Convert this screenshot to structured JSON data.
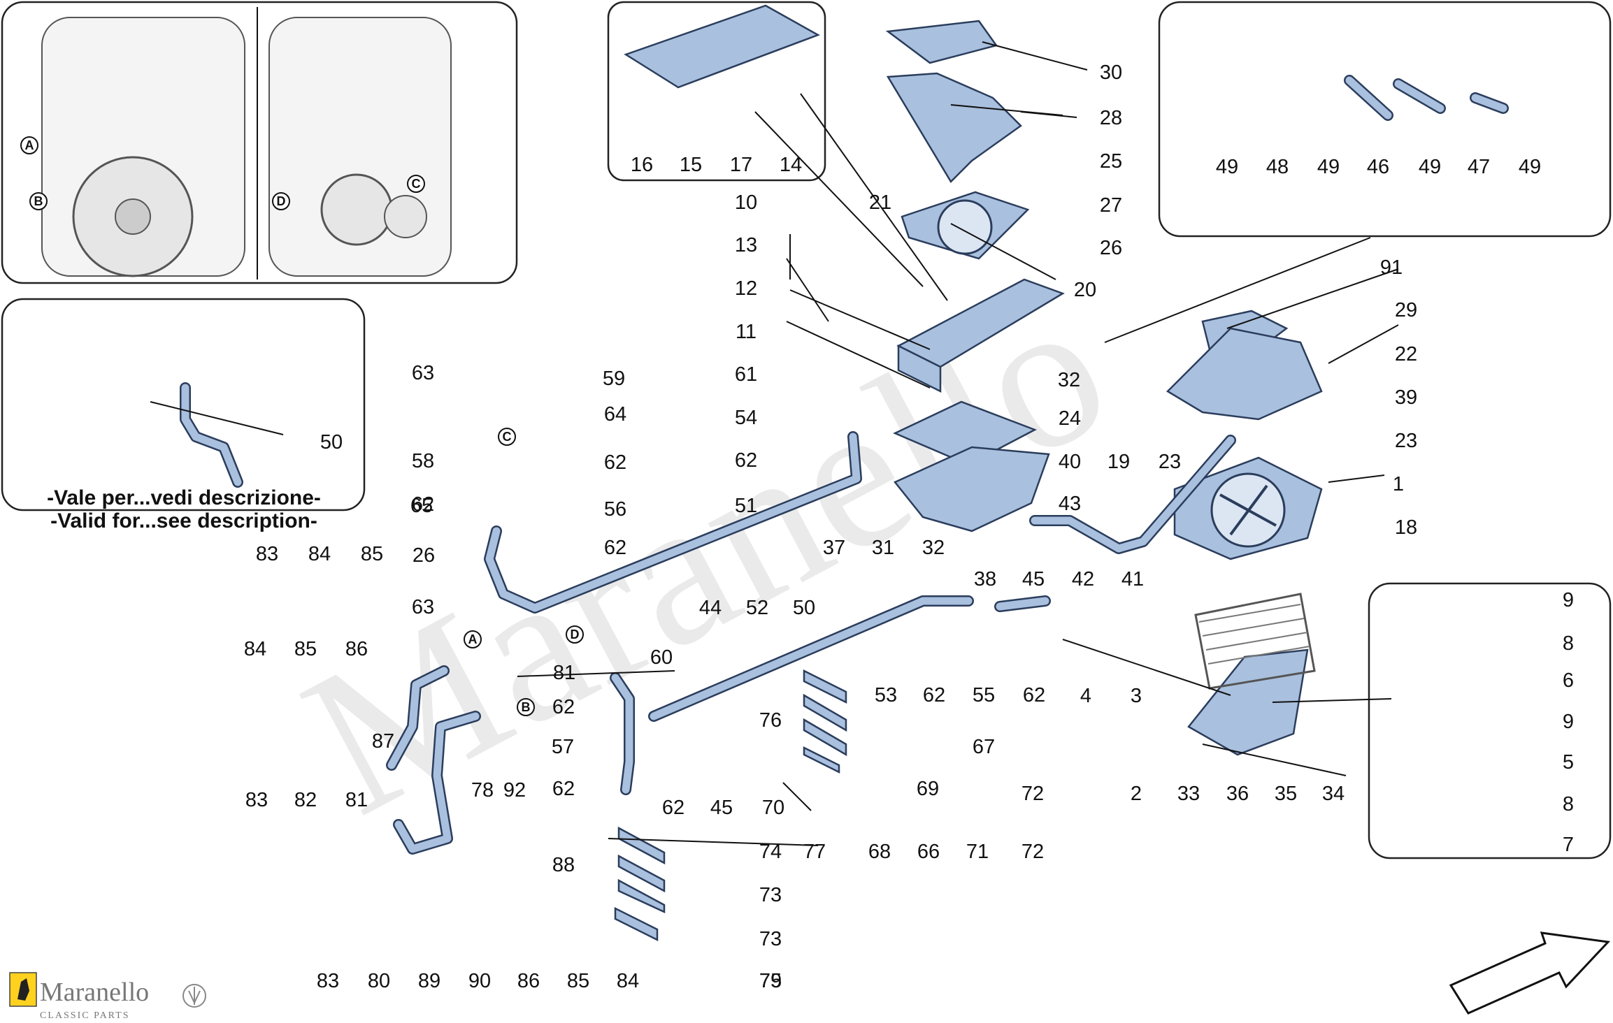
{
  "notes": {
    "vale_per": "-Vale per...vedi descrizione-",
    "valid_for": "-Valid for...see description-"
  },
  "view_letters": [
    "A",
    "B",
    "C",
    "D"
  ],
  "brand": {
    "name": "Maranello",
    "sub": "CLASSIC PARTS",
    "watermark": "Maranello"
  },
  "colors": {
    "part_fill": "#a9c0de",
    "part_stroke": "#2b3d5c",
    "frame": "#222222"
  },
  "callouts": [
    "1",
    "2",
    "3",
    "4",
    "5",
    "6",
    "7",
    "8",
    "8",
    "9",
    "9",
    "10",
    "11",
    "12",
    "13",
    "14",
    "15",
    "16",
    "17",
    "18",
    "19",
    "20",
    "21",
    "22",
    "23",
    "23",
    "24",
    "25",
    "26",
    "26",
    "27",
    "28",
    "29",
    "30",
    "31",
    "32",
    "32",
    "33",
    "34",
    "35",
    "36",
    "37",
    "38",
    "39",
    "40",
    "41",
    "42",
    "43",
    "44",
    "45",
    "45",
    "46",
    "47",
    "48",
    "49",
    "49",
    "49",
    "49",
    "50",
    "50",
    "51",
    "52",
    "53",
    "54",
    "55",
    "56",
    "57",
    "58",
    "59",
    "60",
    "61",
    "62",
    "62",
    "62",
    "62",
    "62",
    "62",
    "62",
    "62",
    "62",
    "63",
    "63",
    "64",
    "65",
    "66",
    "67",
    "68",
    "69",
    "70",
    "71",
    "72",
    "72",
    "73",
    "73",
    "74",
    "75",
    "76",
    "77",
    "78",
    "79",
    "80",
    "81",
    "81",
    "82",
    "83",
    "83",
    "83",
    "84",
    "84",
    "84",
    "85",
    "85",
    "85",
    "86",
    "86",
    "87",
    "88",
    "89",
    "90",
    "91",
    "92"
  ]
}
